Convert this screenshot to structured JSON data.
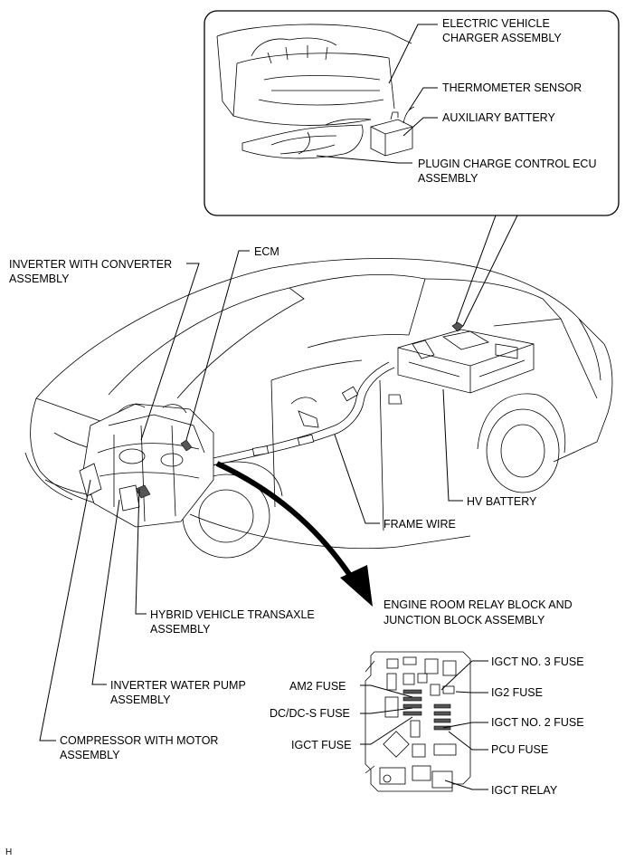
{
  "inset": {
    "labels": {
      "charger_1": "ELECTRIC VEHICLE",
      "charger_2": "CHARGER ASSEMBLY",
      "thermometer": "THERMOMETER SENSOR",
      "aux_battery": "AUXILIARY BATTERY",
      "plugin_ecu_1": "PLUGIN CHARGE CONTROL ECU",
      "plugin_ecu_2": "ASSEMBLY"
    }
  },
  "vehicle": {
    "labels": {
      "inverter_1": "INVERTER WITH CONVERTER",
      "inverter_2": "ASSEMBLY",
      "ecm": "ECM",
      "hv_battery": "HV BATTERY",
      "frame_wire": "FRAME WIRE",
      "transaxle_1": "HYBRID VEHICLE TRANSAXLE",
      "transaxle_2": "ASSEMBLY",
      "pump_1": "INVERTER WATER PUMP",
      "pump_2": "ASSEMBLY",
      "compressor_1": "COMPRESSOR WITH MOTOR",
      "compressor_2": "ASSEMBLY"
    }
  },
  "relay_block": {
    "title_1": "ENGINE ROOM RELAY BLOCK AND",
    "title_2": "JUNCTION BLOCK ASSEMBLY",
    "labels": {
      "igct3": "IGCT NO. 3 FUSE",
      "am2": "AM2 FUSE",
      "ig2": "IG2 FUSE",
      "dcdc": "DC/DC-S FUSE",
      "igct2": "IGCT NO. 2 FUSE",
      "igct": "IGCT FUSE",
      "pcu": "PCU FUSE",
      "igct_relay": "IGCT RELAY"
    }
  },
  "footer_code": "H"
}
